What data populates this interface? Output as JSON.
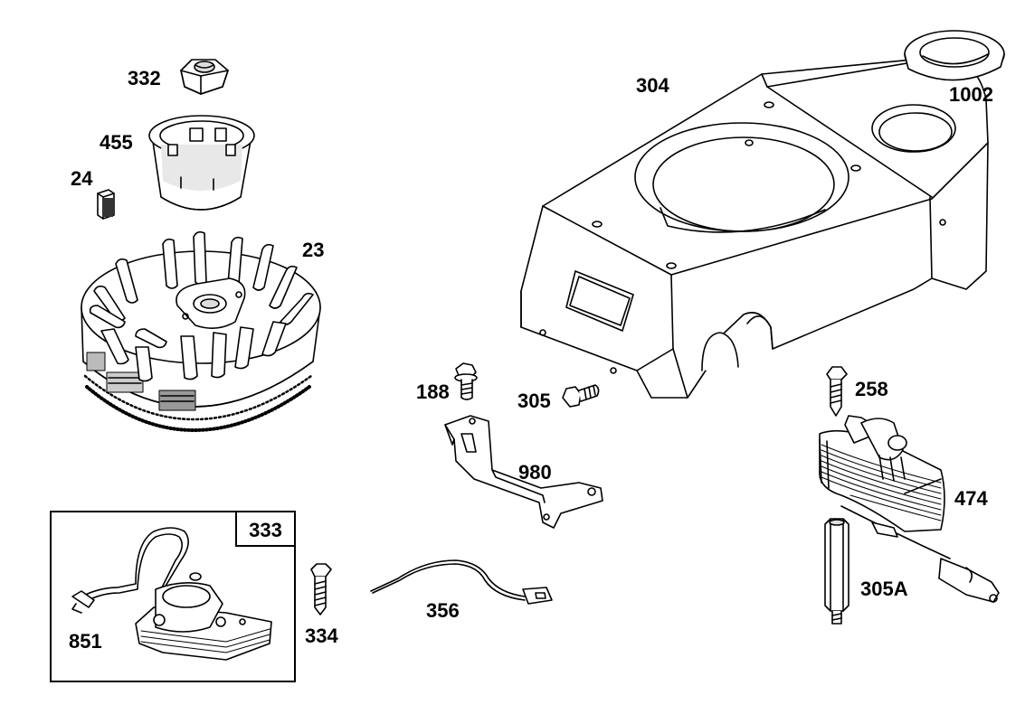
{
  "labels": {
    "p332": "332",
    "p455": "455",
    "p24": "24",
    "p23": "23",
    "p304": "304",
    "p1002": "1002",
    "p188": "188",
    "p305": "305",
    "p980": "980",
    "p258": "258",
    "p474": "474",
    "p305a": "305A",
    "p333": "333",
    "p851": "851",
    "p334": "334",
    "p356": "356"
  }
}
